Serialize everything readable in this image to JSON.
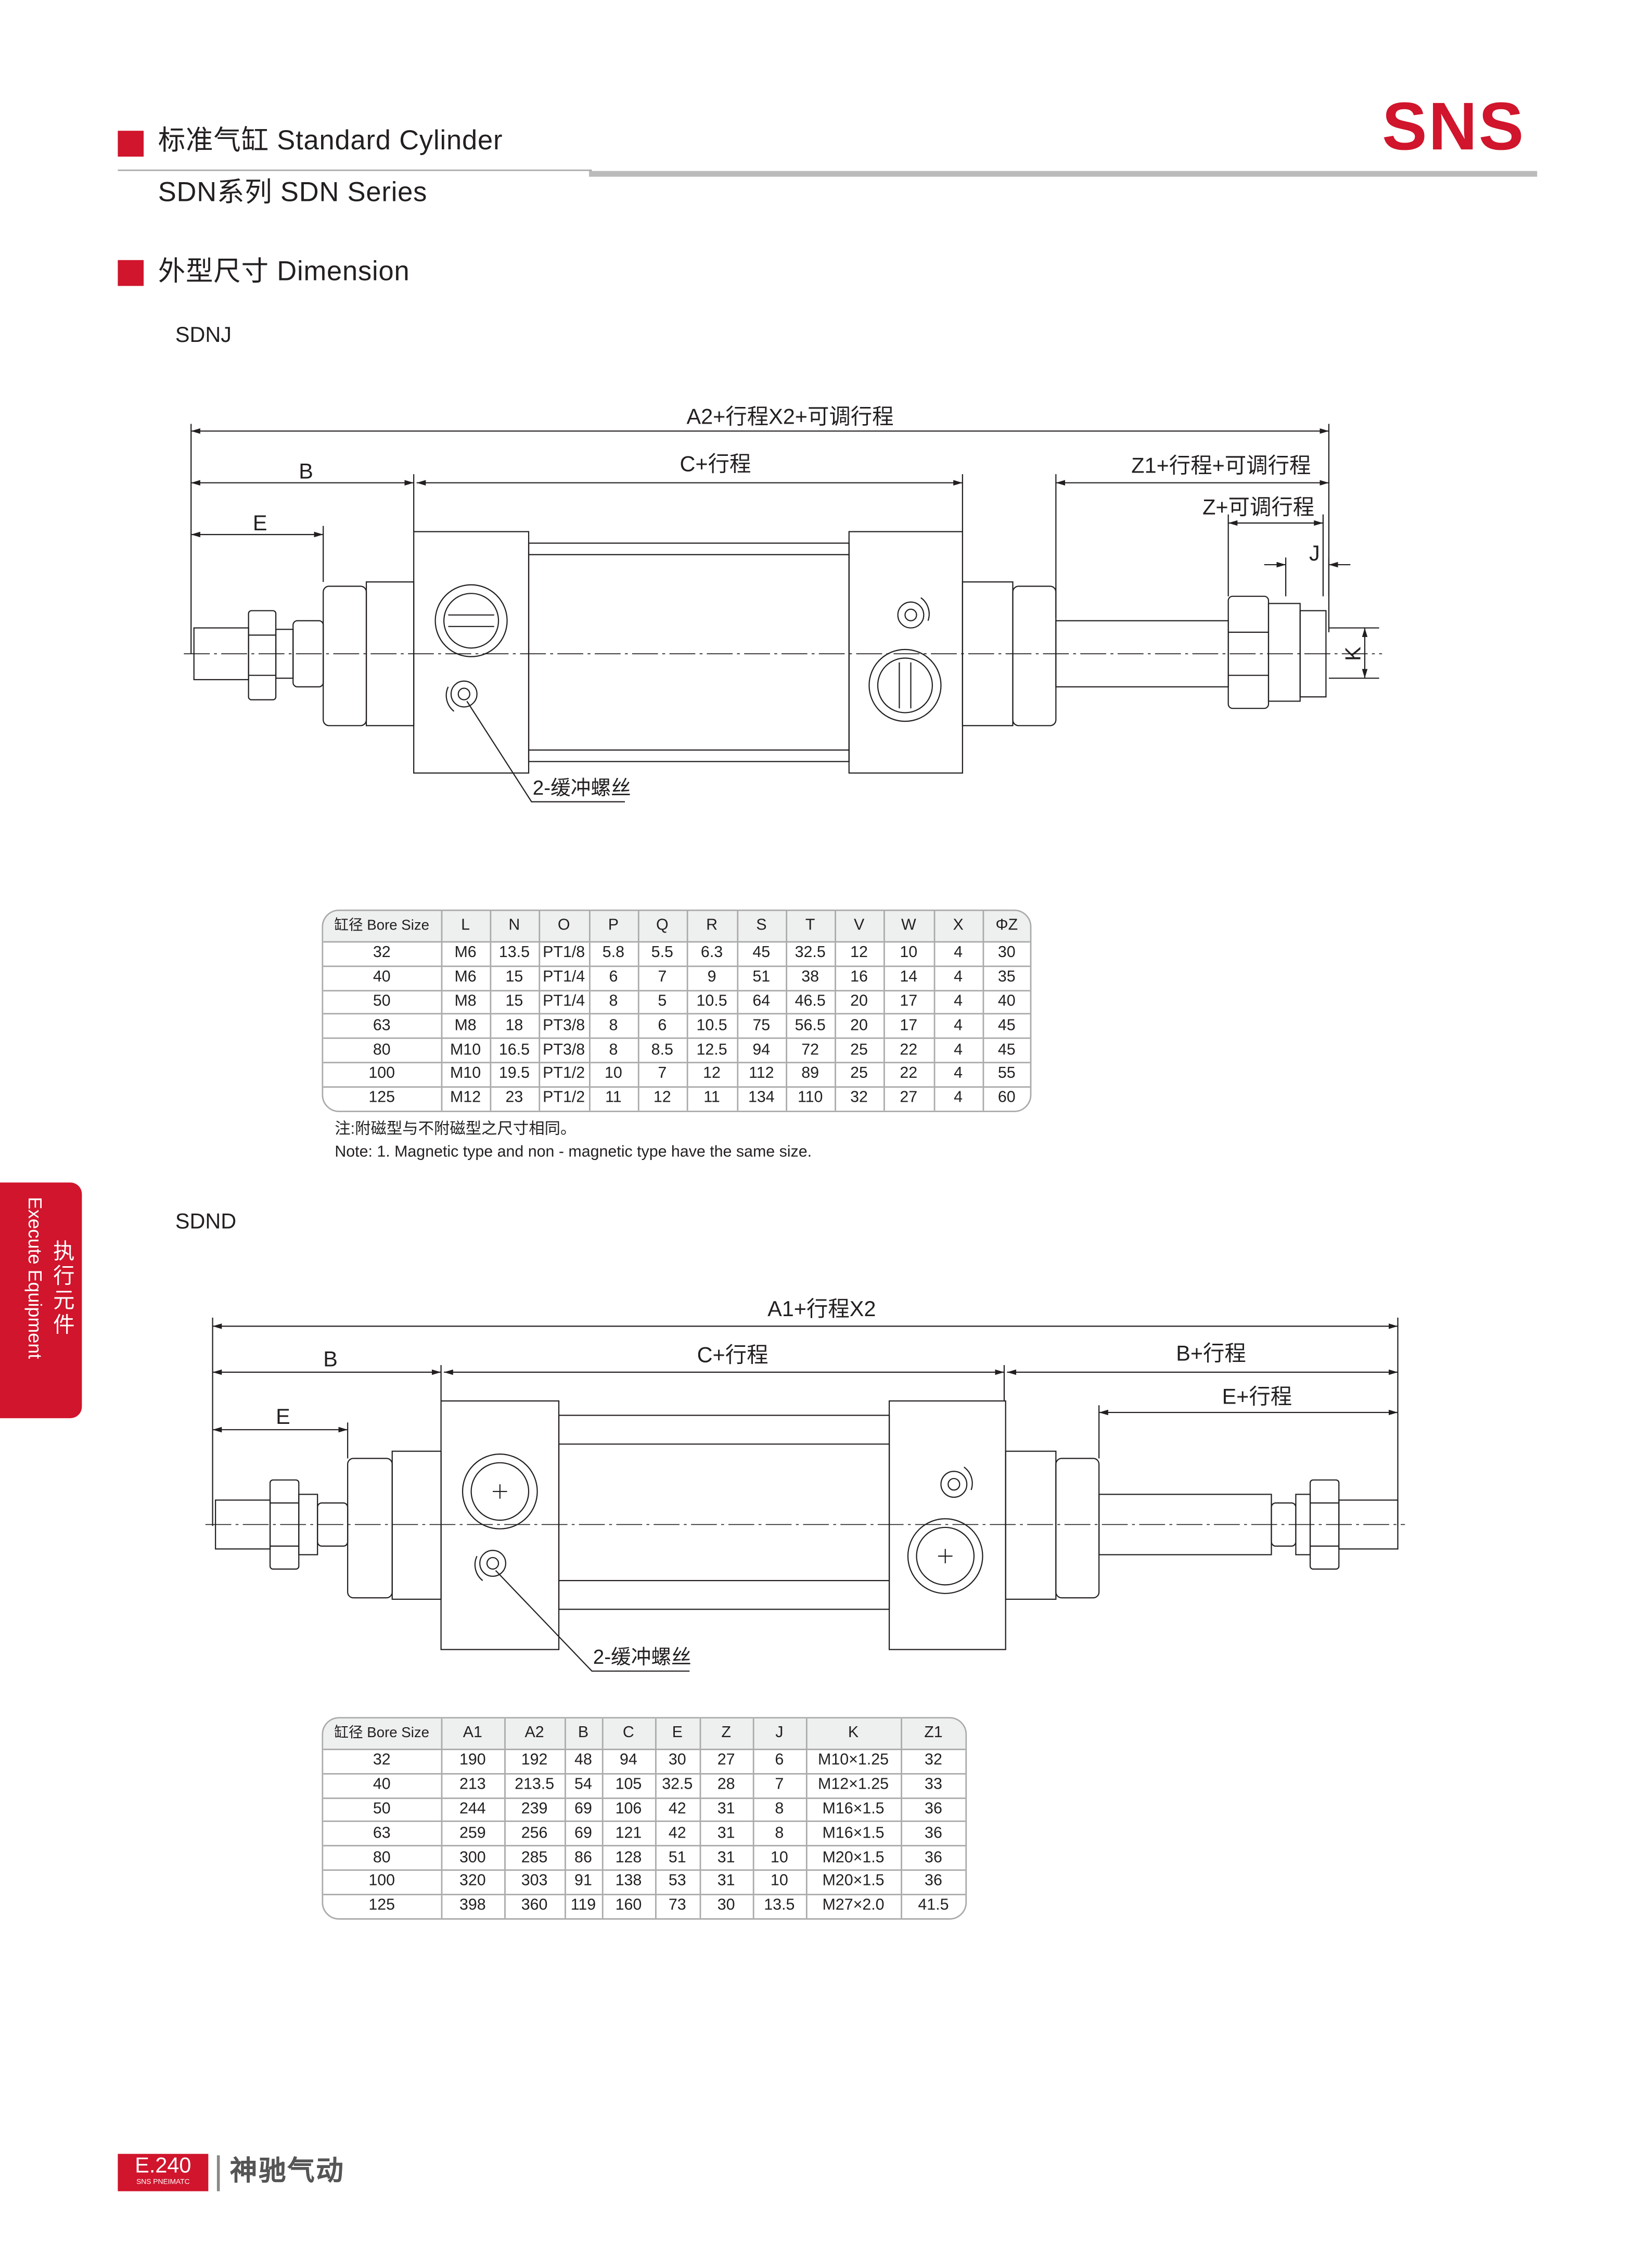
{
  "header": {
    "section_title": "标准气缸 Standard Cylinder",
    "series": "SDN系列 SDN Series",
    "logo": "SNS",
    "dimension_title": "外型尺寸 Dimension",
    "accent_color": "#d0152c"
  },
  "sdnj": {
    "model": "SDNJ",
    "labels": {
      "overall": "A2+行程X2+可调行程",
      "c_stroke": "C+行程",
      "b": "B",
      "e": "E",
      "z1": "Z1+行程+可调行程",
      "z": "Z+可调行程",
      "j": "J",
      "k": "K",
      "cushion": "2-缓冲螺丝"
    },
    "table": {
      "headers": [
        "缸径 Bore Size",
        "L",
        "N",
        "O",
        "P",
        "Q",
        "R",
        "S",
        "T",
        "V",
        "W",
        "X",
        "ΦZ"
      ],
      "rows": [
        [
          "32",
          "M6",
          "13.5",
          "PT1/8",
          "5.8",
          "5.5",
          "6.3",
          "45",
          "32.5",
          "12",
          "10",
          "4",
          "30"
        ],
        [
          "40",
          "M6",
          "15",
          "PT1/4",
          "6",
          "7",
          "9",
          "51",
          "38",
          "16",
          "14",
          "4",
          "35"
        ],
        [
          "50",
          "M8",
          "15",
          "PT1/4",
          "8",
          "5",
          "10.5",
          "64",
          "46.5",
          "20",
          "17",
          "4",
          "40"
        ],
        [
          "63",
          "M8",
          "18",
          "PT3/8",
          "8",
          "6",
          "10.5",
          "75",
          "56.5",
          "20",
          "17",
          "4",
          "45"
        ],
        [
          "80",
          "M10",
          "16.5",
          "PT3/8",
          "8",
          "8.5",
          "12.5",
          "94",
          "72",
          "25",
          "22",
          "4",
          "45"
        ],
        [
          "100",
          "M10",
          "19.5",
          "PT1/2",
          "10",
          "7",
          "12",
          "112",
          "89",
          "25",
          "22",
          "4",
          "55"
        ],
        [
          "125",
          "M12",
          "23",
          "PT1/2",
          "11",
          "12",
          "11",
          "134",
          "110",
          "32",
          "27",
          "4",
          "60"
        ]
      ]
    },
    "note_cn": "注:附磁型与不附磁型之尺寸相同。",
    "note_en": "Note: 1. Magnetic type and non - magnetic type have the same size."
  },
  "sdnd": {
    "model": "SDND",
    "labels": {
      "overall": "A1+行程X2",
      "b": "B",
      "c_stroke": "C+行程",
      "b_stroke": "B+行程",
      "e_stroke": "E+行程",
      "e": "E",
      "cushion": "2-缓冲螺丝"
    },
    "table": {
      "headers": [
        "缸径 Bore Size",
        "A1",
        "A2",
        "B",
        "C",
        "E",
        "Z",
        "J",
        "K",
        "Z1"
      ],
      "rows": [
        [
          "32",
          "190",
          "192",
          "48",
          "94",
          "30",
          "27",
          "6",
          "M10×1.25",
          "32"
        ],
        [
          "40",
          "213",
          "213.5",
          "54",
          "105",
          "32.5",
          "28",
          "7",
          "M12×1.25",
          "33"
        ],
        [
          "50",
          "244",
          "239",
          "69",
          "106",
          "42",
          "31",
          "8",
          "M16×1.5",
          "36"
        ],
        [
          "63",
          "259",
          "256",
          "69",
          "121",
          "42",
          "31",
          "8",
          "M16×1.5",
          "36"
        ],
        [
          "80",
          "300",
          "285",
          "86",
          "128",
          "51",
          "31",
          "10",
          "M20×1.5",
          "36"
        ],
        [
          "100",
          "320",
          "303",
          "91",
          "138",
          "53",
          "31",
          "10",
          "M20×1.5",
          "36"
        ],
        [
          "125",
          "398",
          "360",
          "119",
          "160",
          "73",
          "30",
          "13.5",
          "M27×2.0",
          "41.5"
        ]
      ]
    }
  },
  "side_tab": {
    "cn": "执行元件",
    "en": "Execute Equipment"
  },
  "footer": {
    "page": "E.240",
    "sub": "SNS PNEIMATC",
    "brand": "神驰气动"
  }
}
